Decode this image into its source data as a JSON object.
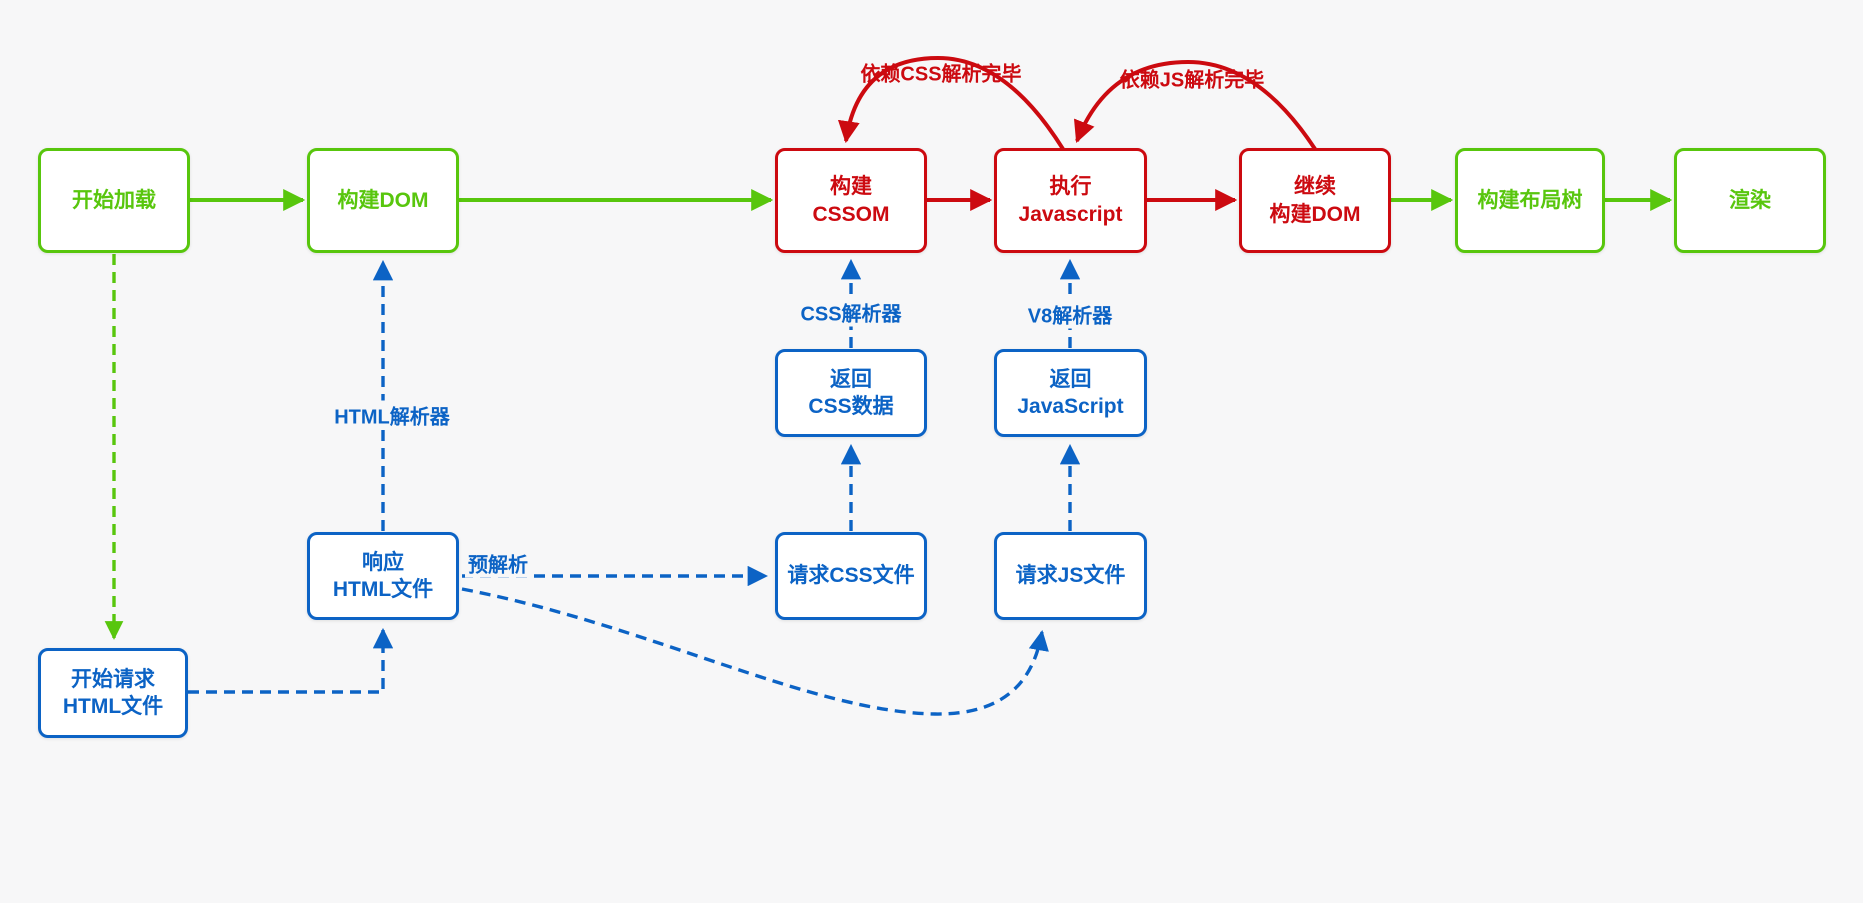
{
  "diagram": {
    "background": "#f7f7f8",
    "colors": {
      "green": "#58c60d",
      "red": "#cc0a10",
      "blue": "#0c63c5",
      "node_fill": "#ffffff"
    },
    "nodes": {
      "start_load": {
        "label": "开始加载"
      },
      "build_dom": {
        "label": "构建DOM"
      },
      "build_cssom": {
        "label": "构建\nCSSOM"
      },
      "exec_js": {
        "label": "执行\nJavascript"
      },
      "continue_build_dom": {
        "label": "继续\n构建DOM"
      },
      "build_layout_tree": {
        "label": "构建布局树"
      },
      "render": {
        "label": "渲染"
      },
      "return_css": {
        "label": "返回\nCSS数据"
      },
      "return_js": {
        "label": "返回\nJavaScript"
      },
      "respond_html": {
        "label": "响应\nHTML文件"
      },
      "request_css": {
        "label": "请求CSS文件"
      },
      "request_js": {
        "label": "请求JS文件"
      },
      "start_request_html": {
        "label": "开始请求\nHTML文件"
      }
    },
    "annotations": {
      "depends_css": "依赖CSS解析完毕",
      "depends_js": "依赖JS解析完毕",
      "css_parser": "CSS解析器",
      "v8_parser": "V8解析器",
      "html_parser": "HTML解析器",
      "preparse": "预解析"
    }
  }
}
